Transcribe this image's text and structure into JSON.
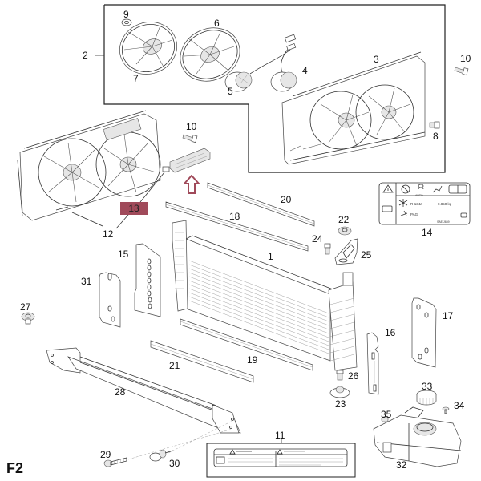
{
  "diagram": {
    "figure_id": "F2",
    "highlight_color": "#a04a5a",
    "arrow_color": "#a04a5a",
    "callouts": [
      {
        "id": "c1",
        "label": "1"
      },
      {
        "id": "c2",
        "label": "2"
      },
      {
        "id": "c3",
        "label": "3"
      },
      {
        "id": "c4",
        "label": "4"
      },
      {
        "id": "c5",
        "label": "5"
      },
      {
        "id": "c6",
        "label": "6"
      },
      {
        "id": "c7",
        "label": "7"
      },
      {
        "id": "c8",
        "label": "8"
      },
      {
        "id": "c9",
        "label": "9"
      },
      {
        "id": "c10a",
        "label": "10"
      },
      {
        "id": "c10b",
        "label": "10"
      },
      {
        "id": "c11",
        "label": "11"
      },
      {
        "id": "c12",
        "label": "12"
      },
      {
        "id": "c13",
        "label": "13"
      },
      {
        "id": "c14",
        "label": "14"
      },
      {
        "id": "c15",
        "label": "15"
      },
      {
        "id": "c16",
        "label": "16"
      },
      {
        "id": "c17",
        "label": "17"
      },
      {
        "id": "c18",
        "label": "18"
      },
      {
        "id": "c19",
        "label": "19"
      },
      {
        "id": "c20",
        "label": "20"
      },
      {
        "id": "c21",
        "label": "21"
      },
      {
        "id": "c22",
        "label": "22"
      },
      {
        "id": "c23",
        "label": "23"
      },
      {
        "id": "c24",
        "label": "24"
      },
      {
        "id": "c25",
        "label": "25"
      },
      {
        "id": "c26",
        "label": "26"
      },
      {
        "id": "c27",
        "label": "27"
      },
      {
        "id": "c28",
        "label": "28"
      },
      {
        "id": "c29",
        "label": "29"
      },
      {
        "id": "c30",
        "label": "30"
      },
      {
        "id": "c31",
        "label": "31"
      },
      {
        "id": "c32",
        "label": "32"
      },
      {
        "id": "c33",
        "label": "33"
      },
      {
        "id": "c34",
        "label": "34"
      },
      {
        "id": "c35",
        "label": "35"
      }
    ],
    "ac_label": {
      "refrigerant": "R-134a",
      "charge": "0.850 kg",
      "oil": "PAG",
      "auto": "AUTO",
      "standard": "SAE J639"
    }
  }
}
